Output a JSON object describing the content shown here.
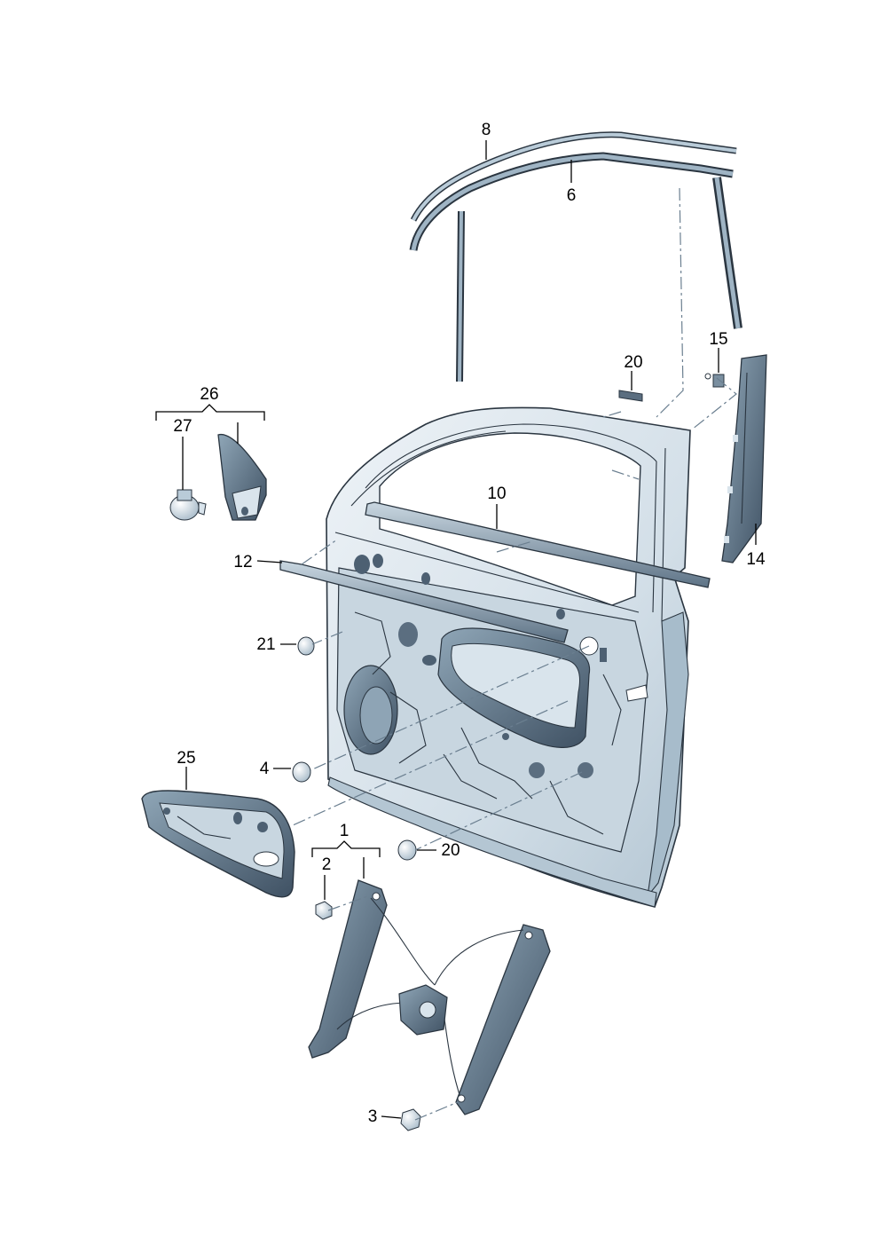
{
  "diagram": {
    "colors": {
      "part_light": "#dde7ee",
      "part_mid": "#b9cbd8",
      "part_dark": "#4d6072",
      "outline": "#2a3540",
      "leader": "#000000",
      "dash": "#6b7f90"
    },
    "callouts": {
      "c1": "1",
      "c2": "2",
      "c3": "3",
      "c4": "4",
      "c6": "6",
      "c8": "8",
      "c10": "10",
      "c12": "12",
      "c14": "14",
      "c15": "15",
      "c20a": "20",
      "c20b": "20",
      "c21": "21",
      "c25": "25",
      "c26": "26",
      "c27": "27"
    },
    "parts": [
      "window-regulator",
      "nut-2",
      "nut-3",
      "plug-4",
      "door-frame-seal-6",
      "outer-seal-8",
      "inner-window-strip-10",
      "outer-window-strip-12",
      "trim-14",
      "clip-15",
      "pad-20-upper",
      "plug-20-lower",
      "plug-21",
      "door-inner-panel-25",
      "mirror-cover-26",
      "clip-27",
      "door-shell"
    ]
  }
}
